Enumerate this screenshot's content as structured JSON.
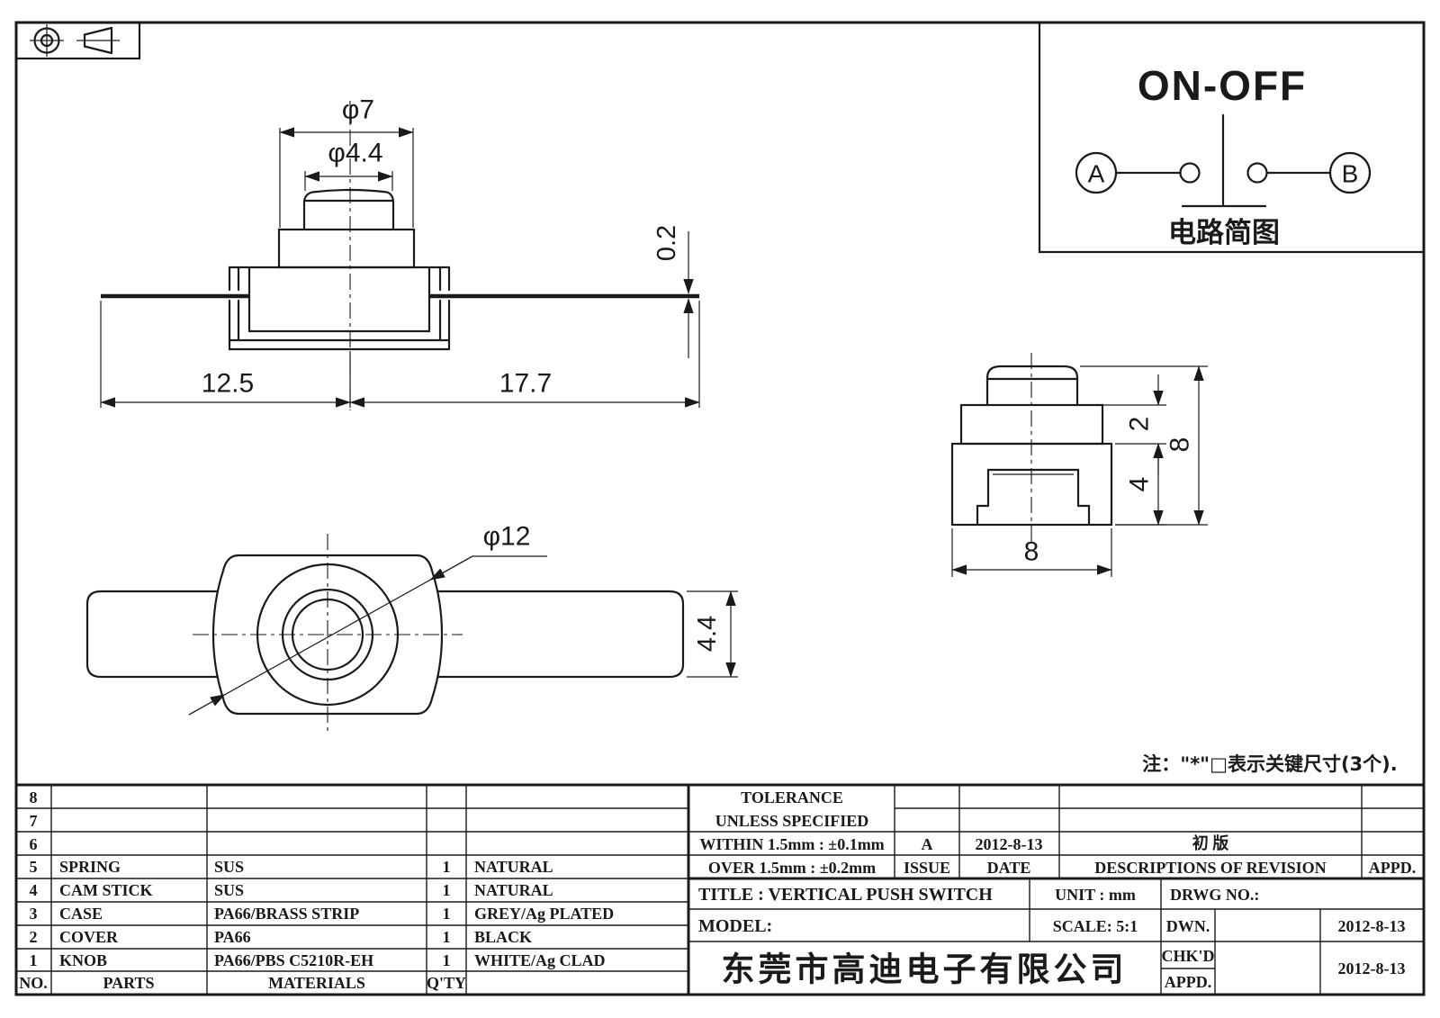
{
  "drawing": {
    "note": "注：\"*\"□表示关键尺寸(3个).",
    "views": {
      "front": {
        "dia_outer": "φ7",
        "dia_knob": "φ4.4",
        "lead_thk": "0.2",
        "dim_left": "12.5",
        "dim_right": "17.7"
      },
      "side": {
        "dim_step": "2",
        "dim_base": "4",
        "dim_height": "8",
        "dim_width": "8"
      },
      "bottom": {
        "dia_case": "φ12",
        "dim_tab": "4.4"
      }
    }
  },
  "circuit": {
    "title": "ON-OFF",
    "terminal_a": "A",
    "terminal_b": "B",
    "caption": "电路简图"
  },
  "parts_table": {
    "header": {
      "no": "NO.",
      "parts": "PARTS",
      "materials": "MATERIALS",
      "qty": "Q'TY"
    },
    "rows": [
      {
        "no": "8",
        "part": "",
        "material": "",
        "qty": "",
        "finish": ""
      },
      {
        "no": "7",
        "part": "",
        "material": "",
        "qty": "",
        "finish": ""
      },
      {
        "no": "6",
        "part": "",
        "material": "",
        "qty": "",
        "finish": ""
      },
      {
        "no": "5",
        "part": "SPRING",
        "material": "SUS",
        "qty": "1",
        "finish": "NATURAL"
      },
      {
        "no": "4",
        "part": "CAM STICK",
        "material": "SUS",
        "qty": "1",
        "finish": "NATURAL"
      },
      {
        "no": "3",
        "part": "CASE",
        "material": "PA66/BRASS STRIP",
        "qty": "1",
        "finish": "GREY/Ag PLATED"
      },
      {
        "no": "2",
        "part": "COVER",
        "material": "PA66",
        "qty": "1",
        "finish": "BLACK"
      },
      {
        "no": "1",
        "part": "KNOB",
        "material": "PA66/PBS C5210R-EH",
        "qty": "1",
        "finish": "WHITE/Ag CLAD"
      }
    ]
  },
  "title_block": {
    "tolerance_line1": "TOLERANCE",
    "tolerance_line2": "UNLESS  SPECIFIED",
    "tolerance_within": "WITHIN 1.5mm : ±0.1mm",
    "tolerance_over": "OVER 1.5mm : ±0.2mm",
    "issue_value": "A",
    "issue_label": "ISSUE",
    "date_value": "2012-8-13",
    "date_label": "DATE",
    "revision_desc": "初  版",
    "revision_label": "DESCRIPTIONS OF REVISION",
    "appd_label": "APPD.",
    "title": "TITLE :  VERTICAL PUSH SWITCH",
    "unit": "UNIT :  mm",
    "drwg_no": "DRWG NO.:",
    "model": "MODEL:",
    "scale": "SCALE:  5:1",
    "dwn_label": "DWN.",
    "dwn_date": "2012-8-13",
    "chkd_label": "CHK'D",
    "appd2_label": "APPD.",
    "chkd_date": "2012-8-13",
    "company": "东莞市高迪电子有限公司"
  },
  "colors": {
    "line": "#1a1a1a",
    "bg": "#ffffff"
  }
}
